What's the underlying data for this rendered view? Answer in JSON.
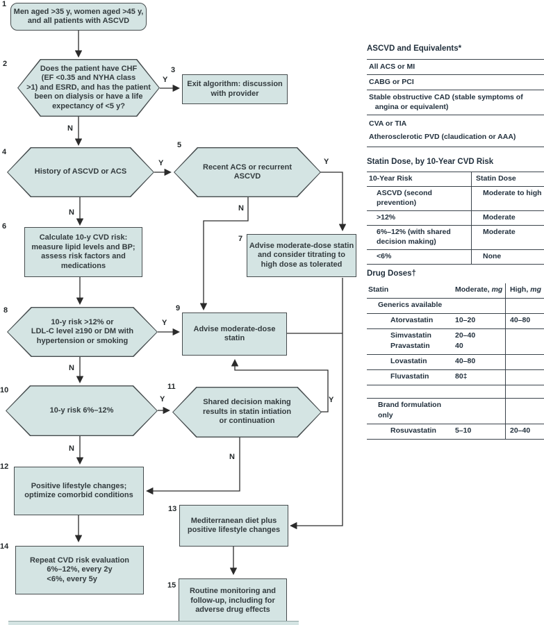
{
  "flowchart": {
    "numbers": [
      "1",
      "2",
      "3",
      "4",
      "5",
      "6",
      "7",
      "8",
      "9",
      "10",
      "11",
      "12",
      "13",
      "14",
      "15"
    ],
    "nodes": {
      "n1": "Men aged >35 y, women aged >45 y,\nand all patients with ASCVD",
      "n2": "Does the patient have CHF\n(EF <0.35 and NYHA class\n>1) and ESRD, and has the patient\nbeen on dialysis or have a life\nexpectancy of <5 y?",
      "n3": "Exit algorithm: discussion\nwith provider",
      "n4": "History of ASCVD or ACS",
      "n5": "Recent ACS or recurrent\nASCVD",
      "n6": "Calculate 10-y CVD risk:\nmeasure lipid levels and BP;\nassess risk factors and\nmedications",
      "n7": "Advise moderate-dose statin\nand consider titrating to\nhigh dose as tolerated",
      "n8": "10-y risk >12% or\nLDL-C level ≥190 or DM with\nhypertension or smoking",
      "n9": "Advise moderate-dose statin",
      "n10": "10-y risk 6%–12%",
      "n11": "Shared decision making\nresults in statin intiation\nor continuation",
      "n12": "Positive lifestyle changes;\noptimize comorbid conditions",
      "n13": "Mediterranean diet plus\npositive lifestyle changes",
      "n14_line1": "Repeat CVD risk evaluation",
      "n14_rest": "6%–12%, every 2y\n<6%, every 5y",
      "n15": "Routine monitoring and\nfollow-up, including for\nadverse drug effects"
    },
    "edge_labels": {
      "b2y": "Y",
      "b2n": "N",
      "b4y": "Y",
      "b4n": "N",
      "b5y": "Y",
      "b5n": "N",
      "b8y": "Y",
      "b8n": "N",
      "b10y": "Y",
      "b10n": "N",
      "b11y": "Y",
      "b11n": "N"
    }
  },
  "tables": {
    "ascvd": {
      "title": "ASCVD and Equivalents*",
      "rows": [
        "All ACS or MI",
        "CABG or PCI",
        "Stable obstructive CAD (stable symptoms of\n   angina or equivalent)",
        "CVA or TIA\nAtherosclerotic PVD (claudication or AAA)"
      ]
    },
    "statin_dose": {
      "title": "Statin Dose, by 10-Year CVD Risk",
      "col1_header": "10-Year Risk",
      "col2_header": "Statin Dose",
      "rows": [
        {
          "risk": "ASCVD (second prevention)",
          "dose": "Moderate to high"
        },
        {
          "risk": ">12%",
          "dose": "Moderate"
        },
        {
          "risk": "6%–12% (with shared\ndecision making)",
          "dose": "Moderate"
        },
        {
          "risk": "<6%",
          "dose": "None"
        }
      ]
    },
    "drug_doses": {
      "title": "Drug Doses†",
      "headers": {
        "statin": "Statin",
        "moderate": "Moderate,",
        "moderate_unit": "mg",
        "high": "High,",
        "high_unit": "mg"
      },
      "subheader_generics": "Generics available",
      "subheader_brand": "Brand formulation only",
      "rows": [
        {
          "statin": "Atorvastatin",
          "moderate": "10–20",
          "high": "40–80"
        },
        {
          "statin": "Simvastatin\nPravastatin",
          "moderate": "20–40\n40",
          "high": ""
        },
        {
          "statin": "Lovastatin",
          "moderate": "40–80",
          "high": ""
        },
        {
          "statin": "Fluvastatin",
          "moderate": "80‡",
          "high": ""
        },
        {
          "statin": "Rosuvastatin",
          "moderate": "5–10",
          "high": "20–40"
        }
      ]
    }
  },
  "colors": {
    "node_fill": "#d4e4e3",
    "node_border": "#454b4d",
    "line": "#2b2b2b"
  }
}
